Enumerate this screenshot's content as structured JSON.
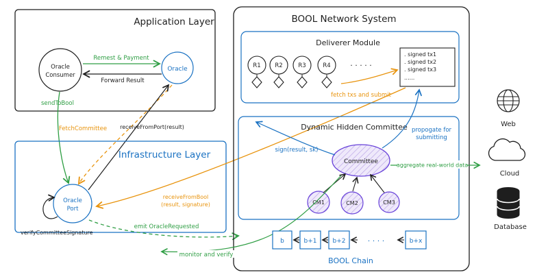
{
  "app_layer": {
    "title": "Application Layer",
    "oracle_consumer_line1": "Oracle",
    "oracle_consumer_line2": "Consumer",
    "oracle": "Oracle",
    "request_payment": "Remest & Payment",
    "forward_result": "Forward Result",
    "send_to_bool": "sendToBool"
  },
  "infra_layer": {
    "title": "Infrastructure Layer",
    "oracle_port_line1": "Oracle",
    "oracle_port_line2": "Port",
    "verify_committee_signature": "verifyCommitteeSignature",
    "emit_oracle_requested": "emit OracleRequested",
    "fetch_committee": "FetchCommittee",
    "receive_from_port": "receiveFromPort(result)",
    "receive_from_bool_line1": "receiveFromBool",
    "receive_from_bool_line2": "(result, signature)"
  },
  "bool_system": {
    "title": "BOOL Network System",
    "deliverer": {
      "title": "Deliverer Module",
      "relayers": [
        "R1",
        "R2",
        "R3",
        "R4"
      ],
      "dots": "· · · · ·",
      "signed_tx_lines": [
        ". signed tx1",
        ". signed tx2",
        ". signed tx3",
        "......"
      ],
      "fetch_and_submit": "fetch txs and submit"
    },
    "committee_box": {
      "title": "Dynamic Hidden Committee",
      "committee": "Committee",
      "members": [
        "CM1",
        "CM2",
        "CM3"
      ],
      "sign_result": "sign(result, sk)",
      "propagate_line1": "propogate for",
      "propagate_line2": "submitting",
      "aggregate": "aggregate real-world data"
    },
    "chain": {
      "blocks": [
        "b",
        "b+1",
        "b+2",
        "b+x"
      ],
      "dots": "· · · ·",
      "label": "BOOL Chain",
      "monitor_and_verify": "monitor and verify"
    }
  },
  "external": {
    "web": "Web",
    "cloud": "Cloud",
    "database": "Database"
  },
  "colors": {
    "ink": "#1e1e1e",
    "blue": "#1971c2",
    "green": "#2f9e44",
    "orange": "#e8930c",
    "purple": "#6741d9",
    "purple_fill": "#efe9fb"
  }
}
